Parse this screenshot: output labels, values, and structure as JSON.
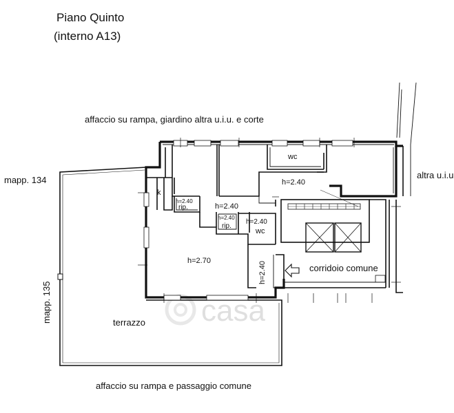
{
  "title": {
    "line1": "Piano Quinto",
    "line2": "(interno A13)"
  },
  "labels": {
    "north": "affaccio su rampa, giardino altra u.i.u. e corte",
    "south": "affaccio su rampa e passaggio comune",
    "west_top": "mapp. 134",
    "west_side": "mapp. 135",
    "east": "altra u.i.u"
  },
  "rooms": {
    "kitchen": "k",
    "wc_top": "wc",
    "wc_mid": "wc",
    "rip1": "rip.",
    "rip2": "rip.",
    "terrace": "terrazzo",
    "corridor": "corridoio comune"
  },
  "heights": {
    "h_right": "h=2.40",
    "h_center": "h=2.40",
    "h_wc": "h=2.40",
    "h_living": "h=2.70",
    "h_vertical": "h=2.40",
    "h_rip1": "h=2.40",
    "h_rip2": "h=2.40"
  },
  "watermark": "casa"
}
